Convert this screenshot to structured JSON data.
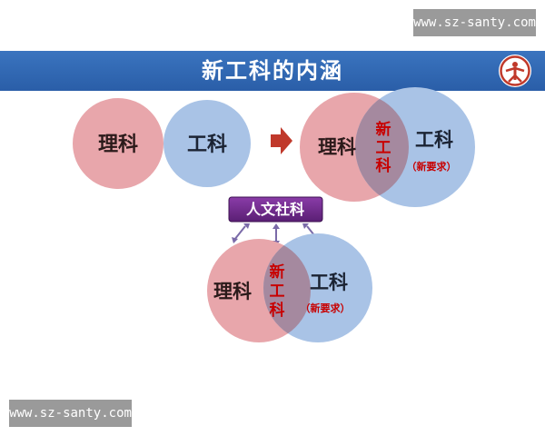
{
  "watermark_top": "www.sz-santy.com",
  "watermark_bottom": "www.sz-santy.com",
  "title": "新工科的内涵",
  "diagram_top": {
    "left_circle": "理科",
    "right_circle": "工科",
    "merged": {
      "left": "理科",
      "overlap": [
        "新",
        "工",
        "科"
      ],
      "right": "工科",
      "right_sub": "（新要求）"
    }
  },
  "diagram_bottom": {
    "box": "人文社科",
    "left": "理科",
    "overlap": [
      "新",
      "工",
      "科"
    ],
    "right": "工科",
    "right_sub": "（新要求）"
  },
  "colors": {
    "title_bar": "#2f66b1",
    "science_circle": "#e8a6ab",
    "engineering_circle": "#a9c3e6",
    "overlap": "#a5899f",
    "overlap_text": "#c80000",
    "arrow": "#c0392b",
    "box": "#6b2a86",
    "logo": "#c0392b"
  },
  "icons": {
    "logo": "university-emblem-icon",
    "arrow": "right-arrow-icon",
    "connectors": "double-arrow-icon"
  }
}
